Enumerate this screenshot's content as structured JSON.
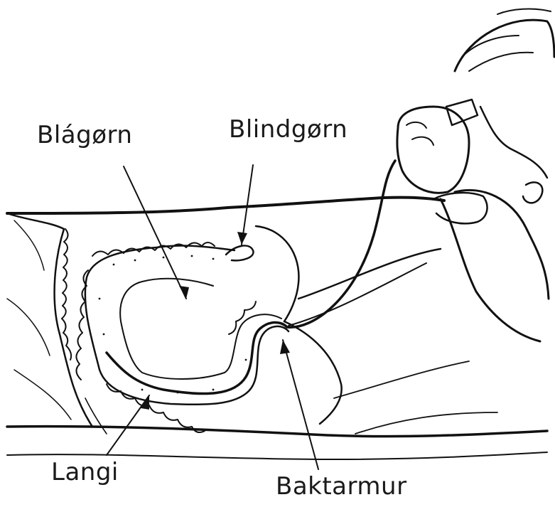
{
  "labels": {
    "blagorn": "Blágørn",
    "blindgorn": "Blindgørn",
    "langi": "Langi",
    "baktarmur": "Baktarmur"
  }
}
